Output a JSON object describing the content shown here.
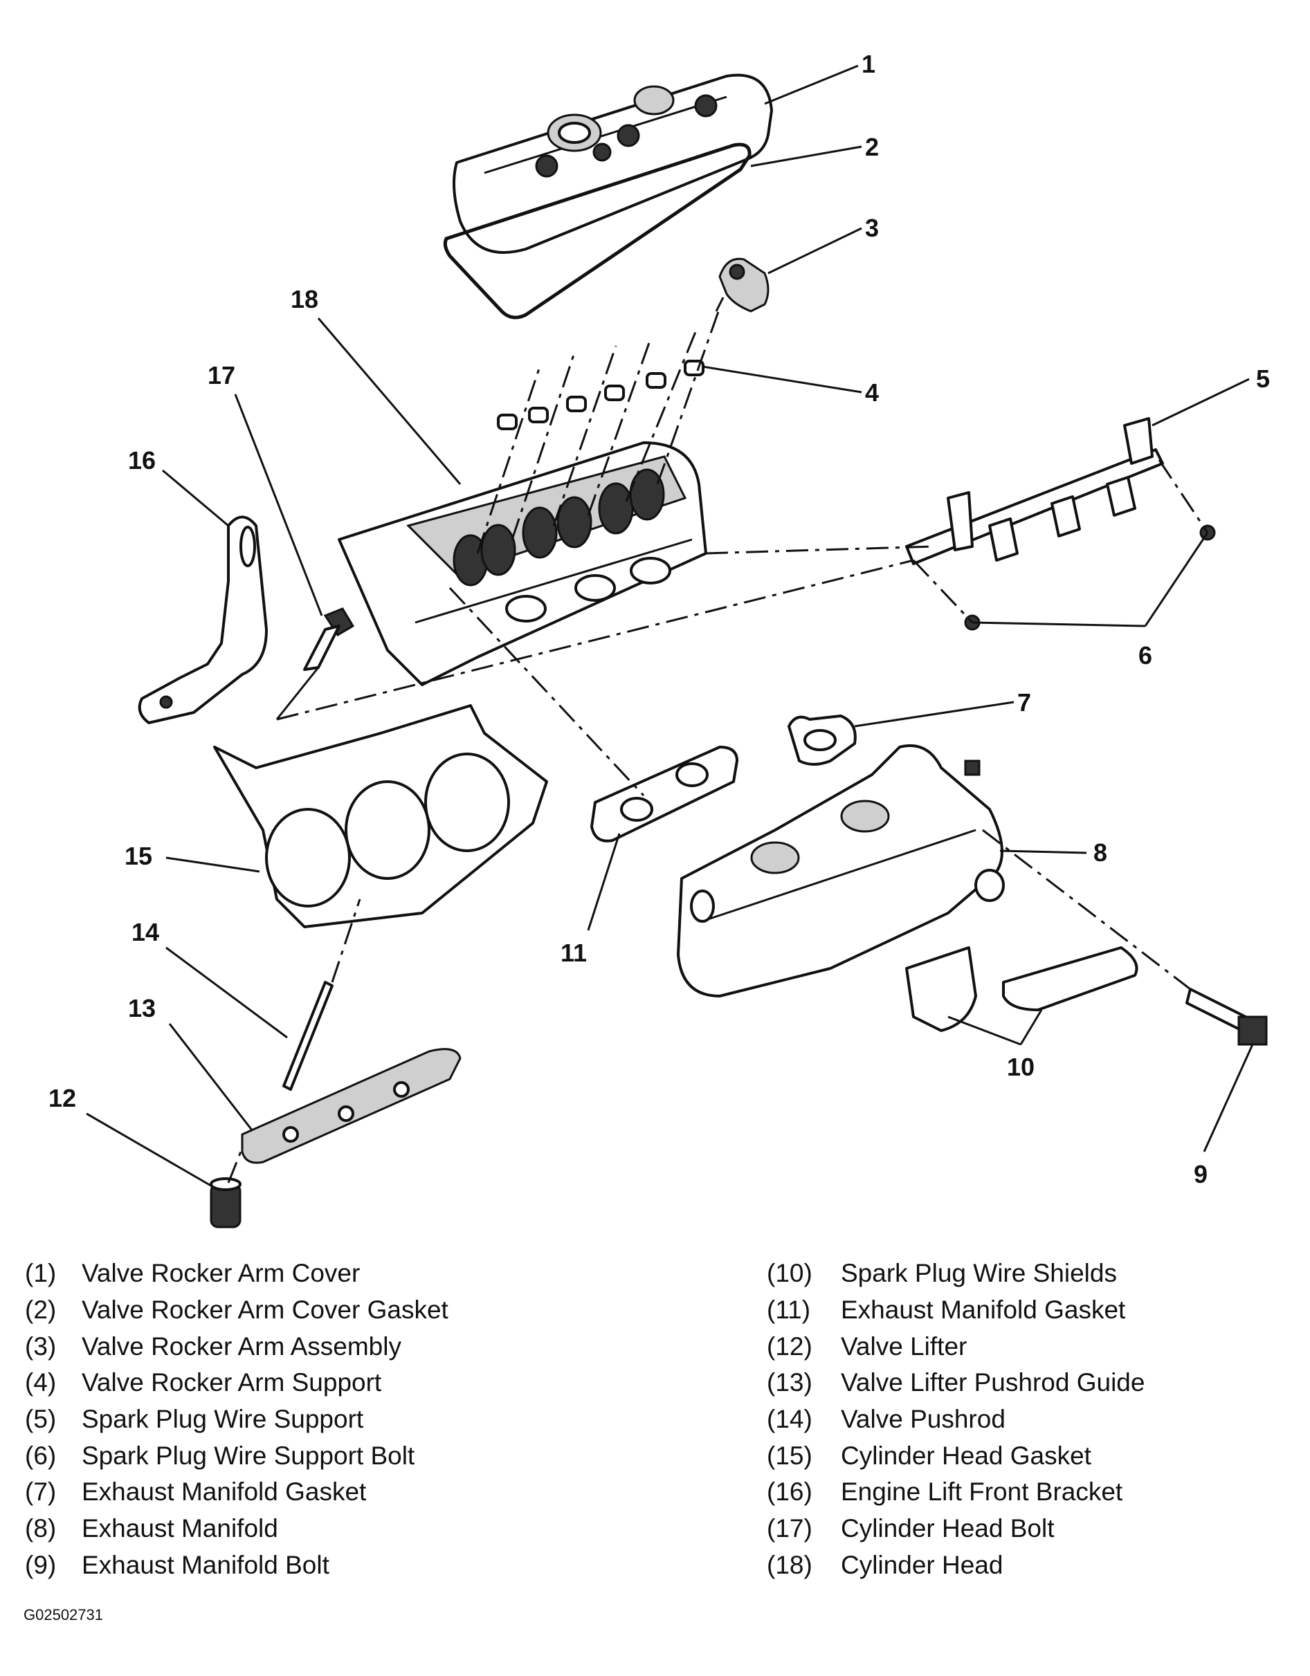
{
  "callouts": [
    "1",
    "2",
    "3",
    "4",
    "5",
    "6",
    "7",
    "8",
    "9",
    "10",
    "11",
    "12",
    "13",
    "14",
    "15",
    "16",
    "17",
    "18"
  ],
  "legend": {
    "left": [
      {
        "num": "(1)",
        "label": "Valve Rocker Arm Cover"
      },
      {
        "num": "(2)",
        "label": "Valve Rocker Arm Cover Gasket"
      },
      {
        "num": "(3)",
        "label": "Valve Rocker Arm Assembly"
      },
      {
        "num": "(4)",
        "label": "Valve Rocker Arm Support"
      },
      {
        "num": "(5)",
        "label": "Spark Plug Wire Support"
      },
      {
        "num": "(6)",
        "label": "Spark Plug Wire Support Bolt"
      },
      {
        "num": "(7)",
        "label": "Exhaust Manifold Gasket"
      },
      {
        "num": "(8)",
        "label": "Exhaust Manifold"
      },
      {
        "num": "(9)",
        "label": "Exhaust Manifold Bolt"
      }
    ],
    "right": [
      {
        "num": "(10)",
        "label": "Spark Plug Wire Shields"
      },
      {
        "num": "(11)",
        "label": "Exhaust Manifold Gasket"
      },
      {
        "num": "(12)",
        "label": "Valve Lifter"
      },
      {
        "num": "(13)",
        "label": "Valve Lifter Pushrod Guide"
      },
      {
        "num": "(14)",
        "label": "Valve Pushrod"
      },
      {
        "num": "(15)",
        "label": "Cylinder Head Gasket"
      },
      {
        "num": "(16)",
        "label": "Engine Lift Front Bracket"
      },
      {
        "num": "(17)",
        "label": "Cylinder Head Bolt"
      },
      {
        "num": "(18)",
        "label": "Cylinder Head"
      }
    ]
  },
  "figure_id": "G02502731"
}
